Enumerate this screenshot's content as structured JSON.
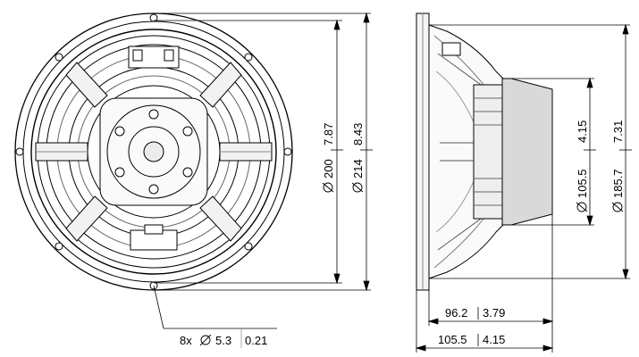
{
  "front_view": {
    "dim_200_mm": "200",
    "dim_200_in": "7.87",
    "dim_214_mm": "214",
    "dim_214_in": "8.43",
    "holes_count": "8x",
    "holes_mm": "5.3",
    "holes_in": "0.21"
  },
  "side_view": {
    "dim_1055v_mm": "105.5",
    "dim_1055v_in": "4.15",
    "dim_1857_mm": "185.7",
    "dim_1857_in": "7.31",
    "dim_962_mm": "96.2",
    "dim_962_in": "3.79",
    "dim_1055h_mm": "105.5",
    "dim_1055h_in": "4.15"
  },
  "colors": {
    "line": "#000000",
    "fill": "#d9d9d9",
    "accent": "#8a8a8a"
  },
  "icons": {
    "diameter": "diameter-symbol-icon"
  }
}
